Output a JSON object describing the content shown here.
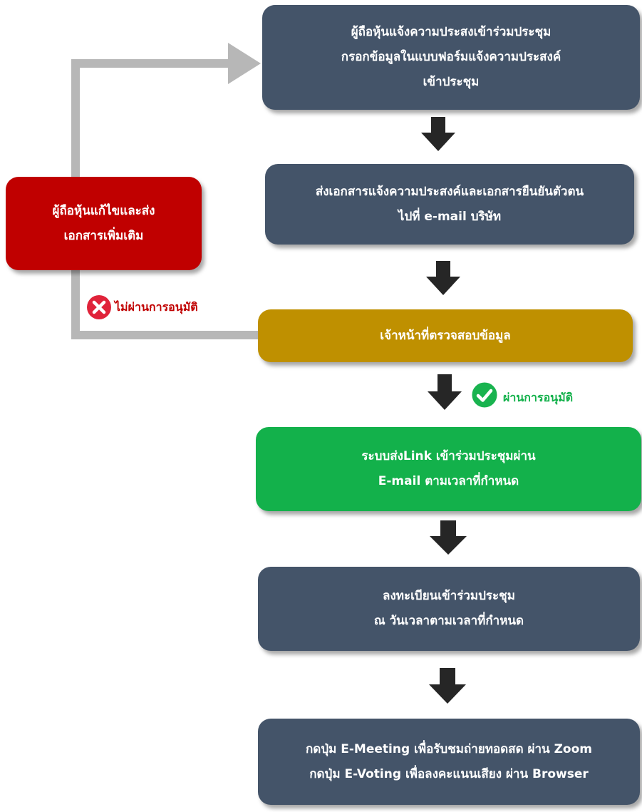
{
  "steps": {
    "register_intent": {
      "line1": "ผู้ถือหุ้นแจ้งความประสงเข้าร่วมประชุม",
      "line2": "กรอกข้อมูลในแบบฟอร์มแจ้งความประสงค์",
      "line3": "เข้าประชุม"
    },
    "send_documents": {
      "line1": "ส่งเอกสารแจ้งความประสงค์และเอกสารยืนยันตัวตน",
      "line2": "ไปที่ e-mail บริษัท"
    },
    "verify": {
      "line1": "เจ้าหน้าที่ตรวจสอบข้อมูล"
    },
    "send_link": {
      "line1": "ระบบส่งLink เข้าร่วมประชุมผ่าน",
      "line2": "E-mail ตามเวลาที่กำหนด"
    },
    "register_meeting": {
      "line1": "ลงทะเบียนเข้าร่วมประชุม",
      "line2": "ณ วันเวลาตามเวลาที่กำหนด"
    },
    "join": {
      "line1": "กดปุ่ม E-Meeting เพื่อรับชมถ่ายทอดสด ผ่าน Zoom",
      "line2": "กดปุ่ม E-Voting เพื่อลงคะแนนเสียง ผ่าน Browser"
    },
    "fix_resend": {
      "line1": "ผู้ถือหุ้นแก้ไขและส่ง",
      "line2": "เอกสารเพิ่มเติม"
    }
  },
  "labels": {
    "rejected": "ไม่ผ่านการอนุมัติ",
    "approved": "ผ่านการอนุมัติ"
  },
  "colors": {
    "navy": "#445469",
    "red": "#c00000",
    "gold": "#bf9000",
    "green": "#13b14b",
    "connector": "#b7b7b7",
    "arrow": "#262626",
    "approved_text": "#13b14b",
    "rejected_text": "#c00000"
  },
  "icons": {
    "approved": "check-circle-icon",
    "rejected": "x-circle-icon"
  }
}
